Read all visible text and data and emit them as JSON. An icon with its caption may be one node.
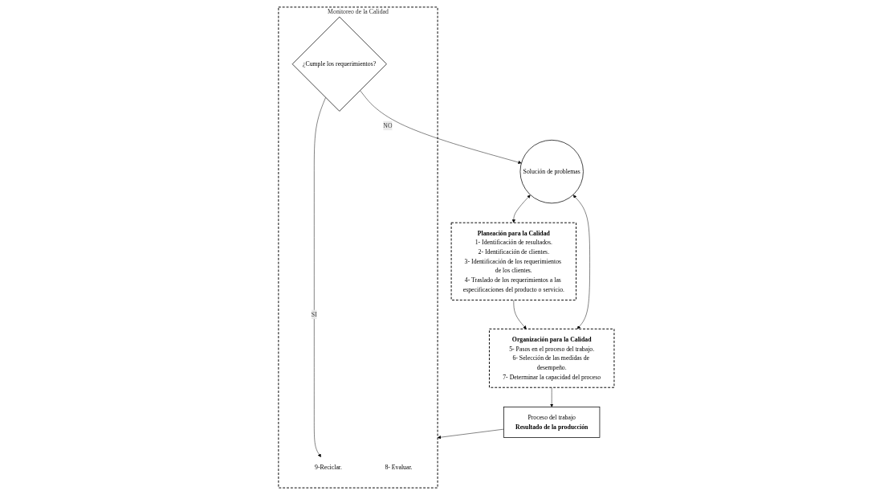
{
  "diagram": {
    "nodes": [
      {
        "text": [
          "Planeación para la Calidad",
          "1- Identificación de resultados.",
          "2- Identificación de clientes.",
          "3- Identificación de los requerimientos de los clientes.",
          "4- Traslado de los requerimientos a las especificaciones del producto o servicio."
        ]
      },
      {
        "text": [
          "Organización para la Calidad",
          "5- Pasos en el proceso del trabajo.",
          "6- Selección de las medidas de desempeño.",
          "7- Determinar la capacidad del proceso"
        ]
      },
      {
        "text": [
          "Solución de problemas"
        ]
      },
      {
        "text": [
          "Monitoreo de la Calidad"
        ]
      },
      {
        "text": [
          "9-Reciclar."
        ],
        "in": 3
      },
      {
        "text": [
          "¿Cumple los requerimientos?"
        ],
        "in": 3
      },
      {
        "text": [
          "8- Evaluar."
        ],
        "in": 3
      },
      {
        "text": [
          "Proceso del trabajo",
          "Resultado de la producción"
        ]
      }
    ],
    "edges": [
      {
        "from": 0,
        "to": 1,
        "arrow": "to"
      },
      {
        "from": 2,
        "to": 0,
        "arrow": "both"
      },
      {
        "from": 2,
        "to": 1,
        "arrow": "both"
      },
      {
        "from": 1,
        "to": 7,
        "arrow": "to"
      },
      {
        "from": 7,
        "to": 3,
        "arrow": "to"
      },
      {
        "from": 5,
        "to": 2,
        "label": "NO",
        "arrow": "to"
      },
      {
        "from": 5,
        "to": 4,
        "label": "SI",
        "arrow": "to"
      }
    ]
  }
}
